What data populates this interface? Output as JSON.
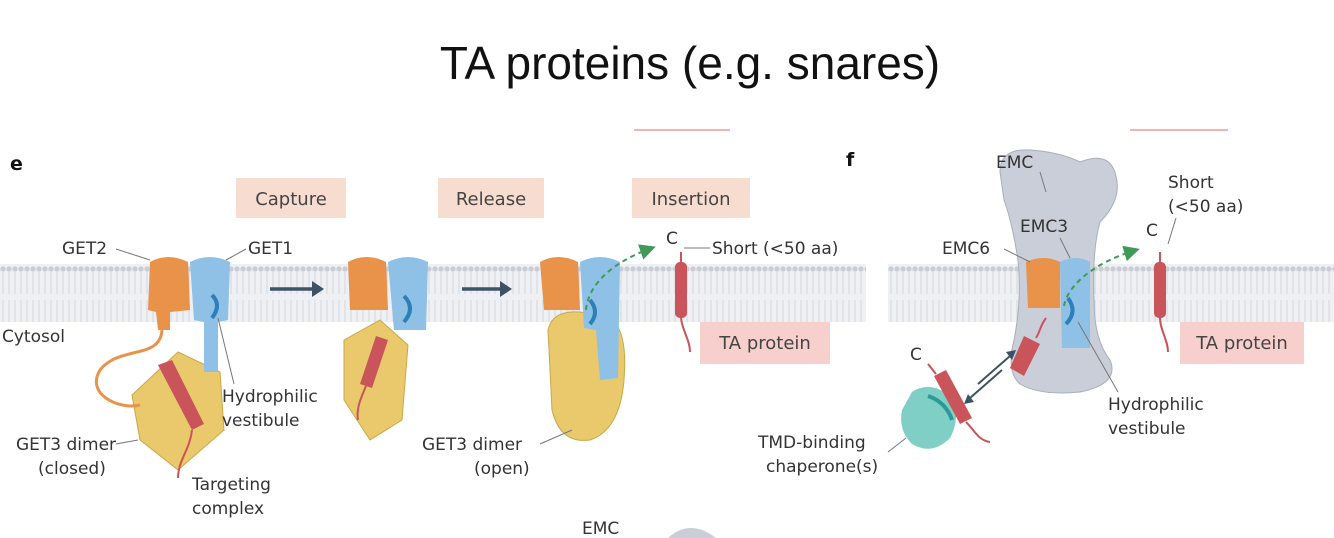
{
  "title": "TA proteins (e.g. snares)",
  "panel_e": {
    "letter": "e",
    "steps": [
      "Capture",
      "Release",
      "Insertion"
    ],
    "labels": {
      "get2": "GET2",
      "get1": "GET1",
      "cytosol": "Cytosol",
      "hydrophilic_1": "Hydrophilic",
      "hydrophilic_2": "vestibule",
      "get3_closed_1": "GET3 dimer",
      "get3_closed_2": "(closed)",
      "targeting_1": "Targeting",
      "targeting_2": "complex",
      "get3_open_1": "GET3 dimer",
      "get3_open_2": "(open)",
      "c_terminus": "C",
      "short": "Short (<50 aa)",
      "ta_protein": "TA protein",
      "cut_text": "EMC"
    }
  },
  "panel_f": {
    "letter": "f",
    "labels": {
      "emc": "EMC",
      "emc3": "EMC3",
      "emc6": "EMC6",
      "c_terminus_top": "C",
      "c_terminus_left": "C",
      "short_1": "Short",
      "short_2": "(<50 aa)",
      "ta_protein": "TA protein",
      "hydrophilic_1": "Hydrophilic",
      "hydrophilic_2": "vestibule",
      "tmd_1": "TMD-binding",
      "tmd_2": "chaperone(s)"
    }
  },
  "colors": {
    "get2": "#e8924a",
    "get1": "#8fc0e6",
    "get3": "#e9c96b",
    "ta_protein": "#c9545a",
    "emc": "#c9ced8",
    "chaperone": "#7fcfc7",
    "label_box": "#f7ddd0",
    "ta_box": "#f7cfcc",
    "membrane": "#dcdfe6"
  }
}
